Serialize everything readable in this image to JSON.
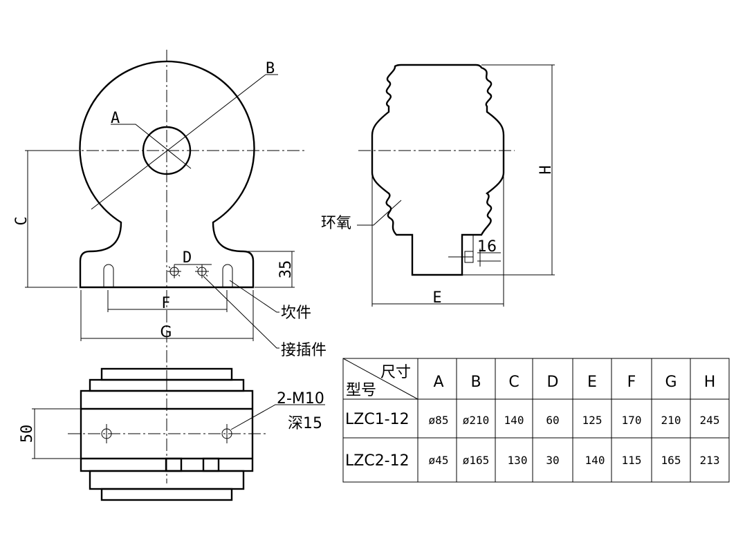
{
  "front_view": {
    "dim_A": "A",
    "dim_B": "B",
    "dim_C": "C",
    "dim_D": "D",
    "dim_35": "35",
    "dim_F": "F",
    "dim_G": "G",
    "label_soft_part": "坎件",
    "label_connector": "接插件"
  },
  "side_view": {
    "label_epoxy": "环氧",
    "dim_16": "16",
    "dim_E": "E",
    "dim_H": "H"
  },
  "bottom_view": {
    "dim_50": "50",
    "thread_label": "2-M10",
    "depth_label": "深15"
  },
  "table": {
    "header_diag_top": "尺寸",
    "header_diag_bottom": "型号",
    "columns": [
      "A",
      "B",
      "C",
      "D",
      "E",
      "F",
      "G",
      "H"
    ],
    "rows": [
      {
        "model": "LZC1-12",
        "values": [
          "ø85",
          "ø210",
          "140",
          "60",
          "125",
          "170",
          "210",
          "245"
        ]
      },
      {
        "model": "LZC2-12",
        "values": [
          "ø45",
          "ø165",
          "130",
          "30",
          "140",
          "115",
          "165",
          "213"
        ]
      }
    ]
  },
  "colors": {
    "ink": "#000000",
    "paper": "#ffffff"
  }
}
